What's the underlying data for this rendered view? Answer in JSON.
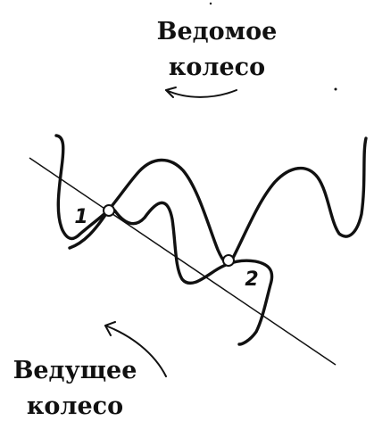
{
  "driven_wheel": {
    "line1": "Ведомое",
    "line2": "колесо"
  },
  "driving_wheel": {
    "line1": "Ведущее",
    "line2": "колесо"
  },
  "contact_points": [
    {
      "label": "1"
    },
    {
      "label": "2"
    }
  ],
  "colors": {
    "ink": "#111111",
    "background": "#ffffff"
  }
}
